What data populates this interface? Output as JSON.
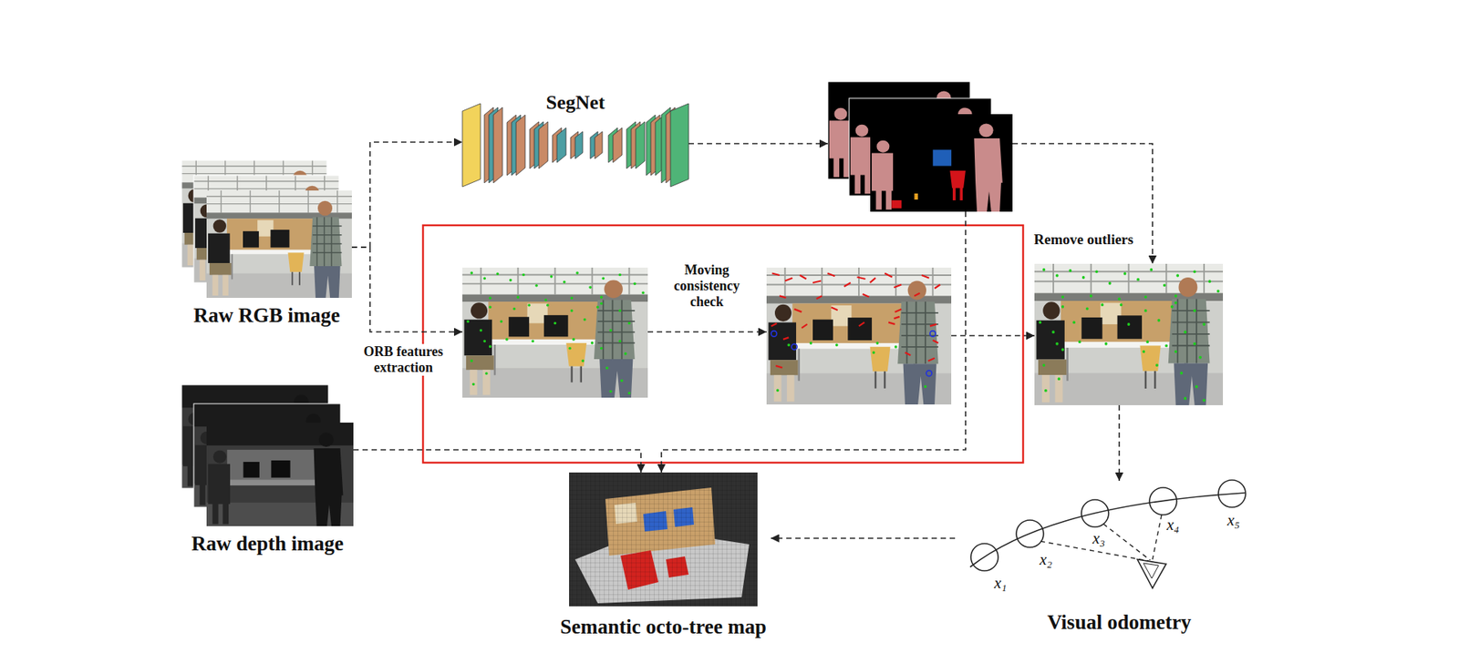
{
  "diagram": {
    "nodes": [
      {
        "text": [
          "Raw RGB image"
        ]
      },
      {
        "text": [
          "SegNet"
        ]
      },
      {
        "text": []
      },
      {
        "text": []
      },
      {
        "text": []
      },
      {
        "text": []
      },
      {
        "text": [
          "Raw depth image"
        ]
      },
      {
        "text": [
          "Semantic octo-tree map"
        ]
      },
      {
        "text": [
          "Visual odometry"
        ]
      }
    ],
    "edges": [
      {
        "from": 0,
        "to": 1,
        "arrow": "to"
      },
      {
        "from": 0,
        "to": 3,
        "label": "ORB features extraction",
        "arrow": "to"
      },
      {
        "from": 1,
        "to": 2,
        "arrow": "to"
      },
      {
        "from": 3,
        "to": 4,
        "label": "Moving consistency check",
        "arrow": "to"
      },
      {
        "from": 4,
        "to": 5,
        "arrow": "to"
      },
      {
        "from": 2,
        "to": 5,
        "label": "Remove outliers",
        "arrow": "to"
      },
      {
        "from": 2,
        "to": 7,
        "arrow": "to"
      },
      {
        "from": 6,
        "to": 7,
        "arrow": "to"
      },
      {
        "from": 5,
        "to": 8,
        "arrow": "to"
      },
      {
        "from": 8,
        "to": 7,
        "arrow": "to"
      }
    ],
    "labels": [
      "x₁",
      "x₂",
      "x₃",
      "x₄",
      "x₅"
    ]
  }
}
